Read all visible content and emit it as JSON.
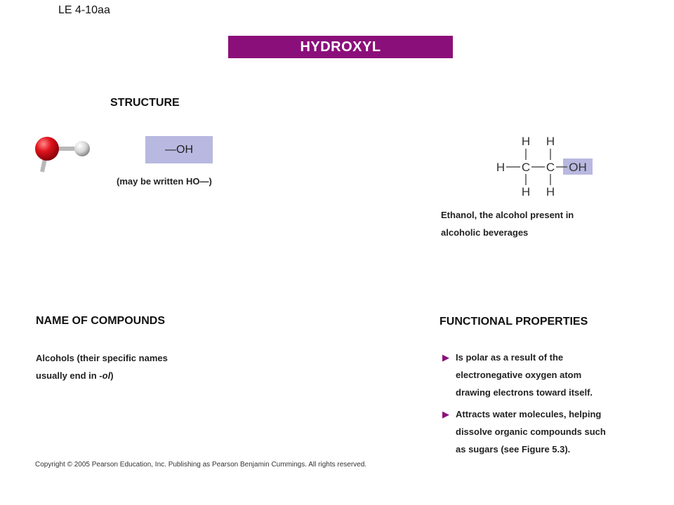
{
  "slide_label": "LE 4-10aa",
  "banner_title": "HYDROXYL",
  "structure": {
    "heading": "STRUCTURE",
    "group_formula": "—OH",
    "alt_notation": "(may be written HO—)"
  },
  "ethanol": {
    "atoms": {
      "h_top_left": "H",
      "h_top_right": "H",
      "h_left": "H",
      "c1": "C",
      "c2": "C",
      "oh": "OH",
      "h_bottom_left": "H",
      "h_bottom_right": "H"
    },
    "highlight_color": "#b8b8e0",
    "caption_line1": "Ethanol, the alcohol present in",
    "caption_line2": "alcoholic beverages"
  },
  "names_of_compounds": {
    "heading": "NAME OF COMPOUNDS",
    "desc_line1": "Alcohols (their specific names",
    "desc_line2_prefix": "usually end in ",
    "desc_line2_italic": "-ol",
    "desc_line2_suffix": ")"
  },
  "functional_properties": {
    "heading": "FUNCTIONAL PROPERTIES",
    "items": [
      {
        "line1": "Is polar as a result of the",
        "line2": "electronegative oxygen atom",
        "line3": "drawing electrons toward itself."
      },
      {
        "line1": "Attracts water molecules, helping",
        "line2": "dissolve organic compounds such",
        "line3": "as sugars (see Figure 5.3)."
      }
    ]
  },
  "colors": {
    "banner": "#8b0f7a",
    "highlight": "#b8b8e0",
    "oxygen": "#e0141e",
    "hydrogen": "#d4d4d4"
  },
  "copyright": "Copyright © 2005 Pearson Education, Inc. Publishing as Pearson Benjamin Cummings. All rights reserved."
}
